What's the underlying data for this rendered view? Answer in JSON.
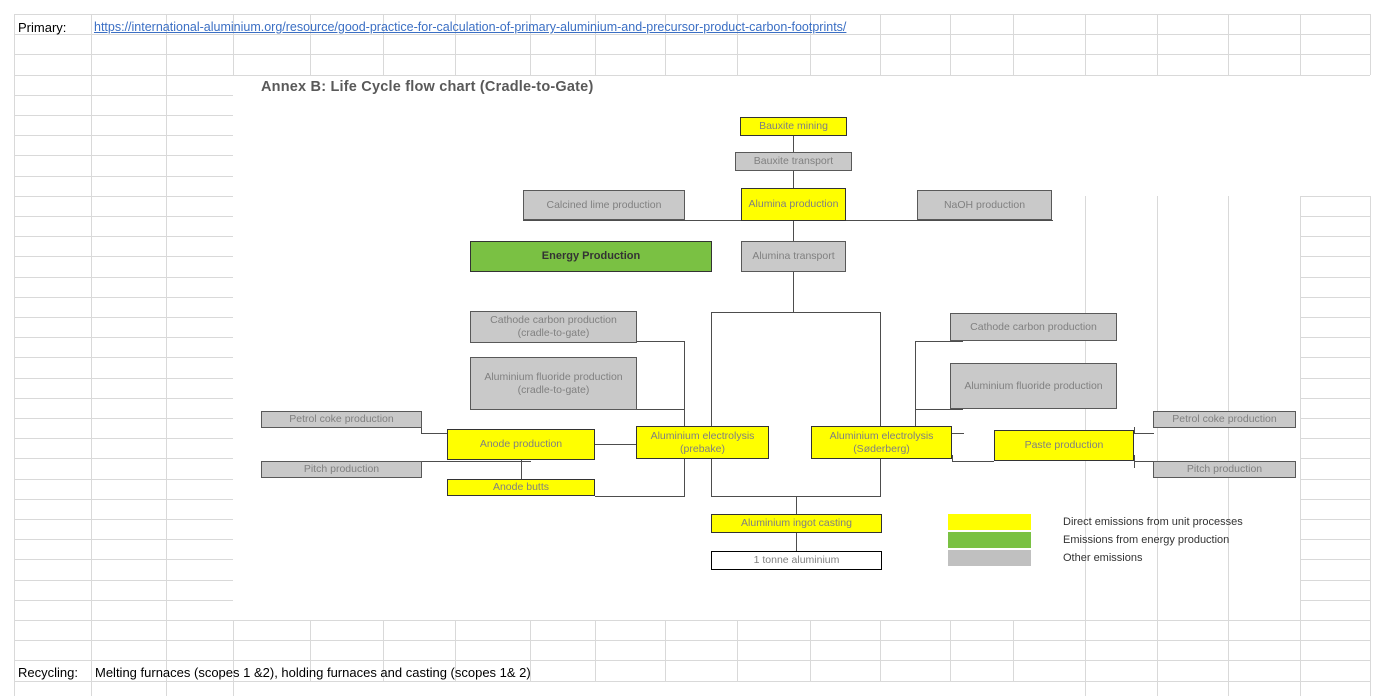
{
  "sheet": {
    "primary_label": "Primary:",
    "primary_url": "https://international-aluminium.org/resource/good-practice-for-calculation-of-primary-aluminium-and-precursor-product-carbon-footprints/",
    "recycling_label": "Recycling:",
    "recycling_value": "Melting furnaces (scopes 1 &2), holding furnaces and casting (scopes 1& 2)"
  },
  "diagram": {
    "title": "Annex B: Life Cycle flow chart (Cradle-to-Gate)",
    "nodes": {
      "bauxite_mining": "Bauxite mining",
      "bauxite_transport": "Bauxite transport",
      "calcined_lime": "Calcined lime production",
      "alumina_production": "Alumina production",
      "naoh_production": "NaOH production",
      "energy_production": "Energy Production",
      "alumina_transport": "Alumina transport",
      "cathode_carbon_ctg": "Cathode carbon production (cradle-to-gate)",
      "cathode_carbon": "Cathode carbon production",
      "alf3_ctg": "Aluminium fluoride production (cradle-to-gate)",
      "alf3": "Aluminium fluoride production",
      "petrol_coke_left": "Petrol coke production",
      "petrol_coke_right": "Petrol coke production",
      "pitch_left": "Pitch production",
      "pitch_right": "Pitch production",
      "anode_production": "Anode production",
      "anode_butts": "Anode butts",
      "paste_production": "Paste production",
      "electrolysis_prebake": "Aluminium electrolysis (prebake)",
      "electrolysis_soderberg": "Aluminium electrolysis (Søderberg)",
      "ingot_casting": "Aluminium ingot casting",
      "one_tonne": "1 tonne aluminium"
    },
    "legend": [
      {
        "color": "#ffff00",
        "label": "Direct emissions from unit processes"
      },
      {
        "color": "#7ac143",
        "label": "Emissions from energy production"
      },
      {
        "color": "#c0c0c0",
        "label": "Other emissions"
      }
    ],
    "colors": {
      "yellow": "#ffff00",
      "green": "#7ac143",
      "grey": "#c9c9c9",
      "line": "#4d4d4d",
      "title": "#595959"
    }
  }
}
